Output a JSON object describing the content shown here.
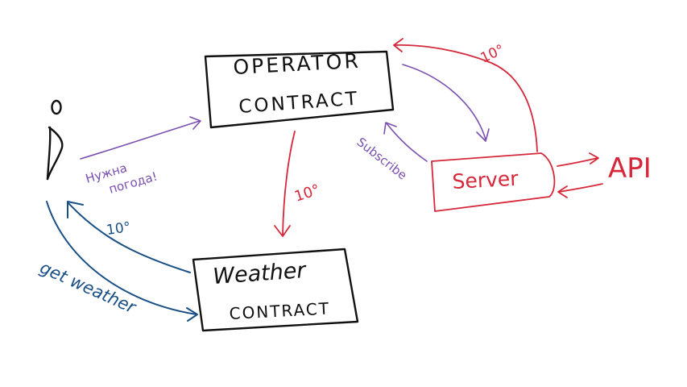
{
  "nodes": {
    "operator_contract": {
      "line1": "OPERATOR",
      "line2": "CONTRACT"
    },
    "weather_contract": {
      "line1": "Weather",
      "line2": "CONTRACT"
    },
    "server": {
      "label": "Server"
    },
    "api": {
      "label": "API"
    }
  },
  "edges": {
    "user_to_operator": {
      "label_line1": "Нужна",
      "label_line2": "погода!"
    },
    "operator_to_weather": {
      "label": "10°"
    },
    "weather_to_user": {
      "label": "10°"
    },
    "user_to_weather": {
      "label": "get weather"
    },
    "server_to_operator": {
      "label": "10°"
    },
    "server_subscribe": {
      "label": "Subscribe"
    }
  },
  "colors": {
    "black": "#111111",
    "red": "#d6283a",
    "purple": "#7a4fb0",
    "blue": "#1a4f86"
  }
}
